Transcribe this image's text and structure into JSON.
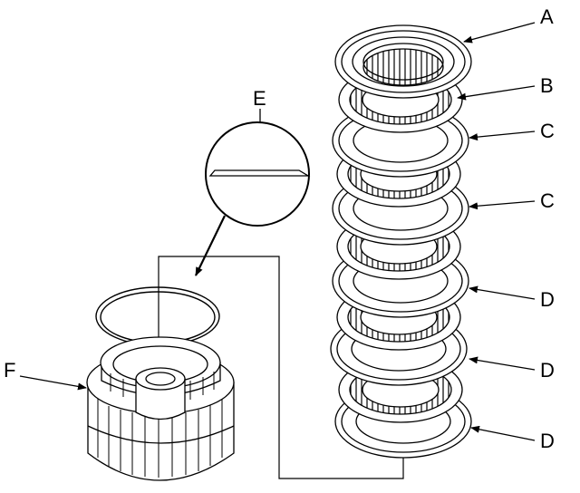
{
  "diagram": {
    "callouts": {
      "a": "A",
      "b": "B",
      "c1": "C",
      "c2": "C",
      "d1": "D",
      "d2": "D",
      "d3": "D",
      "e": "E",
      "f": "F"
    },
    "stroke_color": "#000000",
    "background_color": "#ffffff"
  }
}
